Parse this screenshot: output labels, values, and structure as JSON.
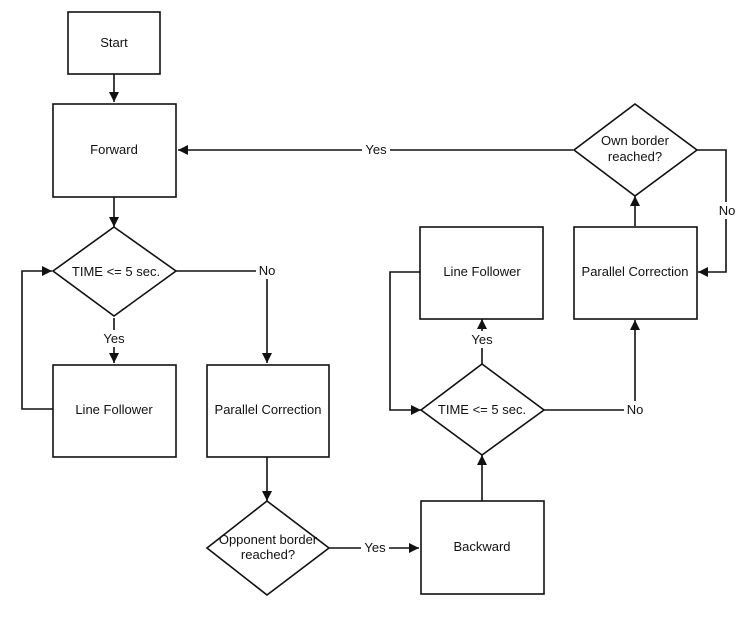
{
  "nodes": {
    "start": {
      "label": "Start"
    },
    "forward": {
      "label": "Forward"
    },
    "time_check_left": {
      "label": "TIME <= 5 sec."
    },
    "line_follower_left": {
      "label": "Line Follower"
    },
    "parallel_correction_left": {
      "label": "Parallel Correction"
    },
    "opponent_border": {
      "line1": "Opponent border",
      "line2": "reached?"
    },
    "backward": {
      "label": "Backward"
    },
    "time_check_right": {
      "label": "TIME <= 5 sec."
    },
    "line_follower_right": {
      "label": "Line Follower"
    },
    "parallel_correction_right": {
      "label": "Parallel Correction"
    },
    "own_border": {
      "line1": "Own border",
      "line2": "reached?"
    }
  },
  "edges": {
    "own_border_yes": "Yes",
    "own_border_no": "No",
    "time_left_yes": "Yes",
    "time_left_no": "No",
    "opponent_yes": "Yes",
    "time_right_yes": "Yes",
    "time_right_no": "No"
  }
}
